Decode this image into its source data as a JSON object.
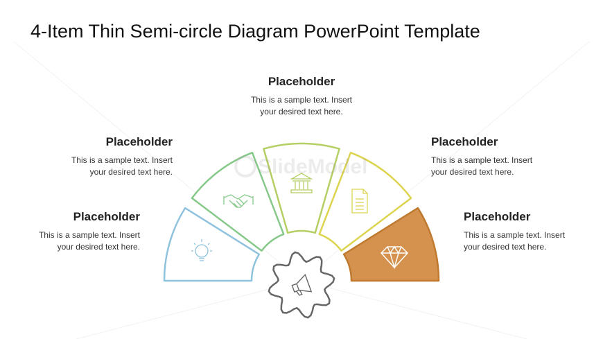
{
  "title": "4-Item Thin Semi-circle Diagram PowerPoint Template",
  "watermark": "SlideModel",
  "segments": [
    {
      "name": "blue",
      "color": "#8fc3dd",
      "fill": "#ffffff",
      "icon": "lightbulb-icon"
    },
    {
      "name": "green",
      "color": "#86c98a",
      "fill": "#ffffff",
      "icon": "handshake-icon"
    },
    {
      "name": "lime",
      "color": "#b4cf63",
      "fill": "#ffffff",
      "icon": "bank-icon"
    },
    {
      "name": "yellow",
      "color": "#dcd44f",
      "fill": "#ffffff",
      "icon": "document-icon"
    },
    {
      "name": "orange",
      "color": "#c07a2f",
      "fill": "#d5924f",
      "icon": "diamond-icon"
    }
  ],
  "center": {
    "color": "#666666",
    "icon": "megaphone-icon"
  },
  "items": {
    "center": {
      "heading": "Placeholder",
      "line1": "This is a sample text. Insert",
      "line2": "your desired text here."
    },
    "left_top": {
      "heading": "Placeholder",
      "line1": "This is a sample text. Insert",
      "line2": "your desired text here."
    },
    "left_bottom": {
      "heading": "Placeholder",
      "line1": "This is a sample text. Insert",
      "line2": "your desired text here."
    },
    "right_top": {
      "heading": "Placeholder",
      "line1": "This is a sample text. Insert",
      "line2": "your desired text here."
    },
    "right_bottom": {
      "heading": "Placeholder",
      "line1": "This is a sample text. Insert",
      "line2": "your desired text here."
    }
  }
}
